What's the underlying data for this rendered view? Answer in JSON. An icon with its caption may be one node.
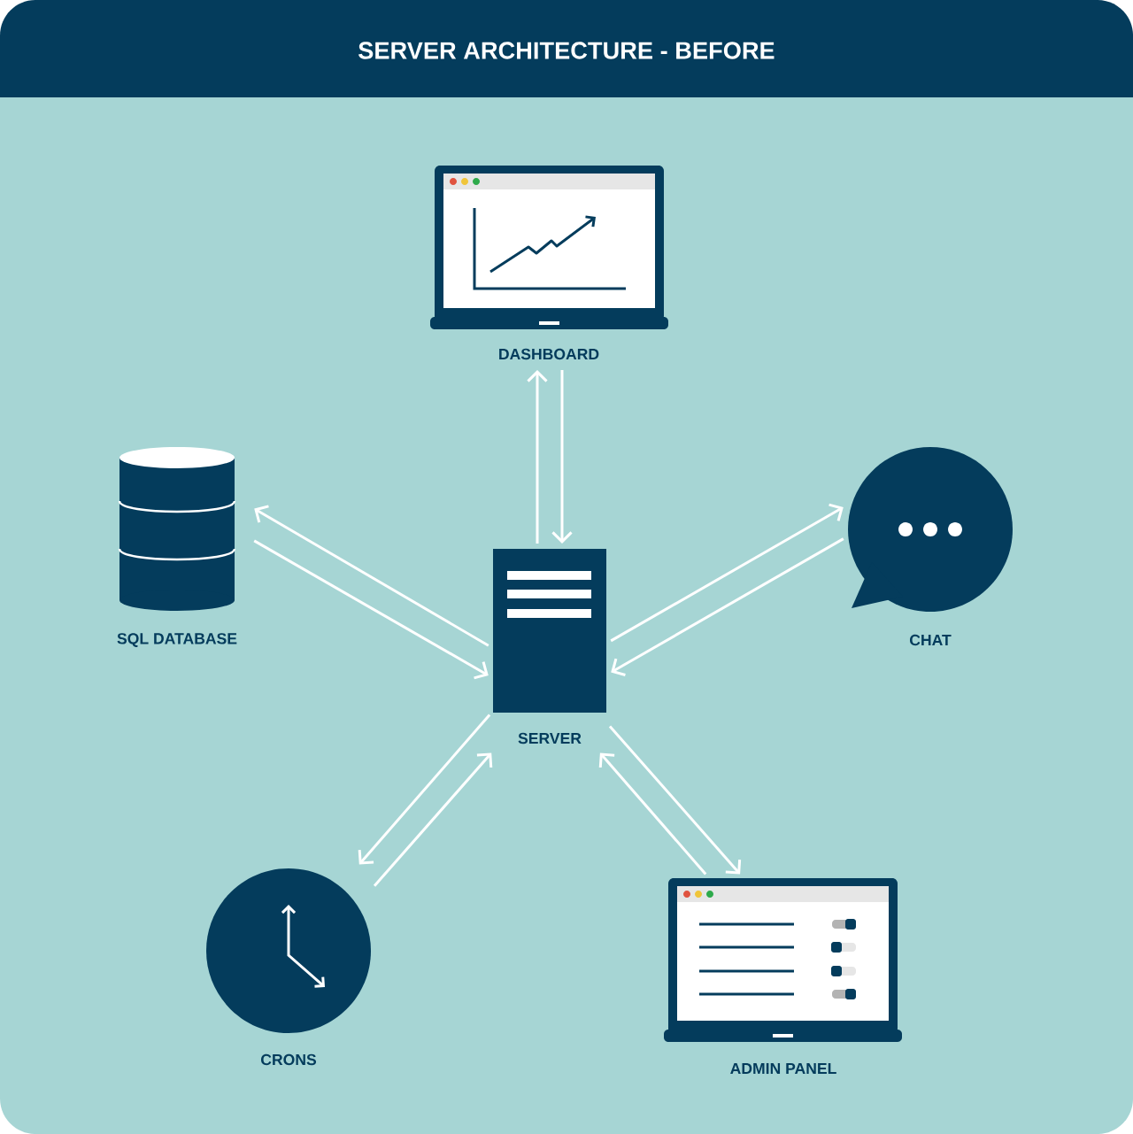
{
  "diagram": {
    "title": "SERVER ARCHITECTURE - BEFORE",
    "nodes": [
      {
        "text": [
          "DASHBOARD"
        ]
      },
      {
        "text": [
          "SQL DATABASE"
        ]
      },
      {
        "text": [
          "SERVER"
        ]
      },
      {
        "text": [
          "CHAT"
        ]
      },
      {
        "text": [
          "CRONS"
        ]
      },
      {
        "text": [
          "ADMIN PANEL"
        ]
      }
    ],
    "edges": [
      {
        "from": 2,
        "to": 0,
        "arrow": "to"
      },
      {
        "from": 0,
        "to": 2,
        "arrow": "to"
      },
      {
        "from": 2,
        "to": 1,
        "arrow": "to"
      },
      {
        "from": 1,
        "to": 2,
        "arrow": "to"
      },
      {
        "from": 2,
        "to": 3,
        "arrow": "to"
      },
      {
        "from": 3,
        "to": 2,
        "arrow": "to"
      },
      {
        "from": 2,
        "to": 4,
        "arrow": "to"
      },
      {
        "from": 4,
        "to": 2,
        "arrow": "to"
      },
      {
        "from": 5,
        "to": 2,
        "arrow": "to"
      },
      {
        "from": 2,
        "to": 5,
        "arrow": "to"
      }
    ]
  }
}
